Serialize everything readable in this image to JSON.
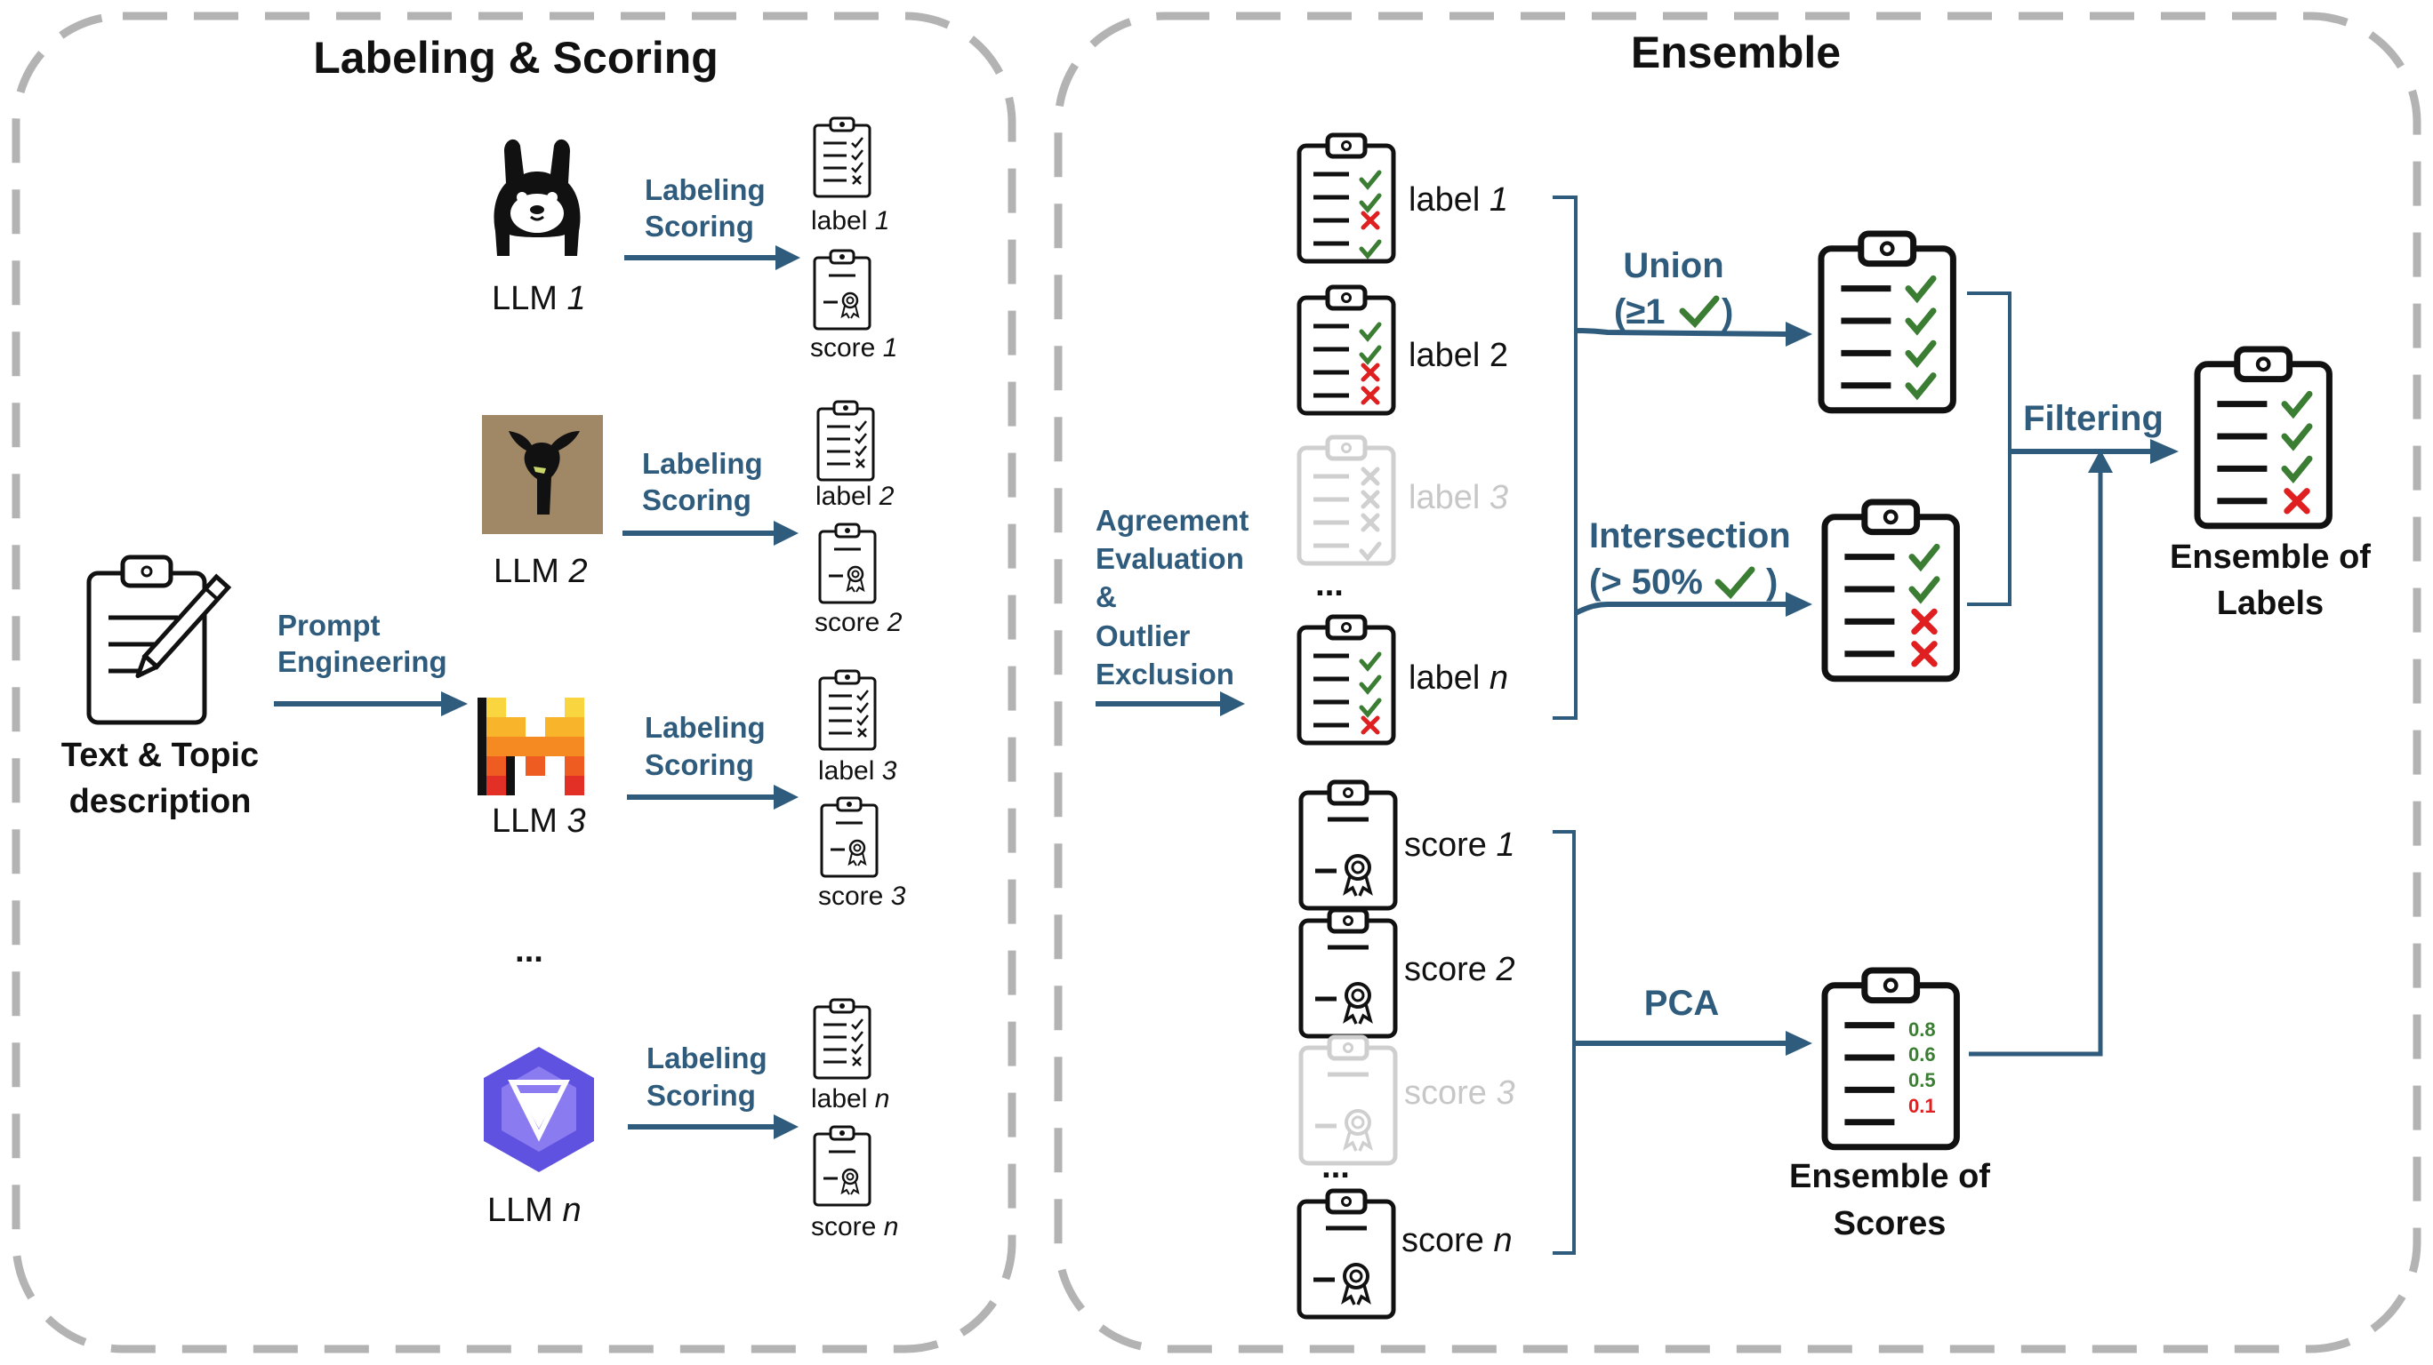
{
  "sections": {
    "left_title": "Labeling & Scoring",
    "right_title": "Ensemble"
  },
  "input": {
    "label_line1": "Text & Topic",
    "label_line2": "description",
    "icon": "clipboard-pencil-icon"
  },
  "prompt_engineering": {
    "line1": "Prompt",
    "line2": "Engineering"
  },
  "llms": [
    {
      "name": "LLM ",
      "num": "1",
      "logo": "llama-logo"
    },
    {
      "name": "LLM ",
      "num": "2",
      "logo": "deer-logo"
    },
    {
      "name": "LLM ",
      "num": "3",
      "logo": "pixel-m-logo"
    },
    {
      "name": "LLM ",
      "num": "n",
      "logo": "hex-knot-logo"
    }
  ],
  "llm_ellipsis": "...",
  "llm_step": {
    "line1": "Labeling",
    "line2": "Scoring"
  },
  "llm_outputs": [
    {
      "label": "label ",
      "label_num": "1",
      "score": "score ",
      "score_num": "1"
    },
    {
      "label": "label ",
      "label_num": "2",
      "score": "score ",
      "score_num": "2"
    },
    {
      "label": "label ",
      "label_num": "3",
      "score": "score ",
      "score_num": "3"
    },
    {
      "label": "label ",
      "label_num": "n",
      "score": "score ",
      "score_num": "n"
    }
  ],
  "agreement": {
    "line1": "Agreement",
    "line2": "Evaluation",
    "line3": "&",
    "line4": "Outlier",
    "line5": "Exclusion"
  },
  "ensemble_labels": [
    {
      "text": "label ",
      "num": "1",
      "faded": false
    },
    {
      "text": "label ",
      "num": "2",
      "faded": false
    },
    {
      "text": "label ",
      "num": "3",
      "faded": true
    },
    {
      "text": "label ",
      "num": "n",
      "faded": false
    }
  ],
  "ensemble_scores": [
    {
      "text": "score ",
      "num": "1",
      "faded": false
    },
    {
      "text": "score ",
      "num": "2",
      "faded": false
    },
    {
      "text": "score ",
      "num": "3",
      "faded": true
    },
    {
      "text": "score ",
      "num": "n",
      "faded": false
    }
  ],
  "ellipsis": "...",
  "union": {
    "title": "Union",
    "rule_prefix": "(≥1",
    "rule_suffix": ")"
  },
  "intersection": {
    "title": "Intersection",
    "rule_prefix": "(> 50%",
    "rule_suffix": ")"
  },
  "pca": "PCA",
  "filtering": "Filtering",
  "pca_values": [
    "0.8",
    "0.6",
    "0.5",
    "0.1"
  ],
  "ensemble_of_scores": {
    "line1": "Ensemble of",
    "line2": "Scores"
  },
  "ensemble_of_labels": {
    "line1": "Ensemble of",
    "line2": "Labels"
  },
  "colors": {
    "accent": "#2f5b7c",
    "check": "#3a7d33",
    "cross": "#e02020",
    "frame": "#b3b3b3"
  }
}
